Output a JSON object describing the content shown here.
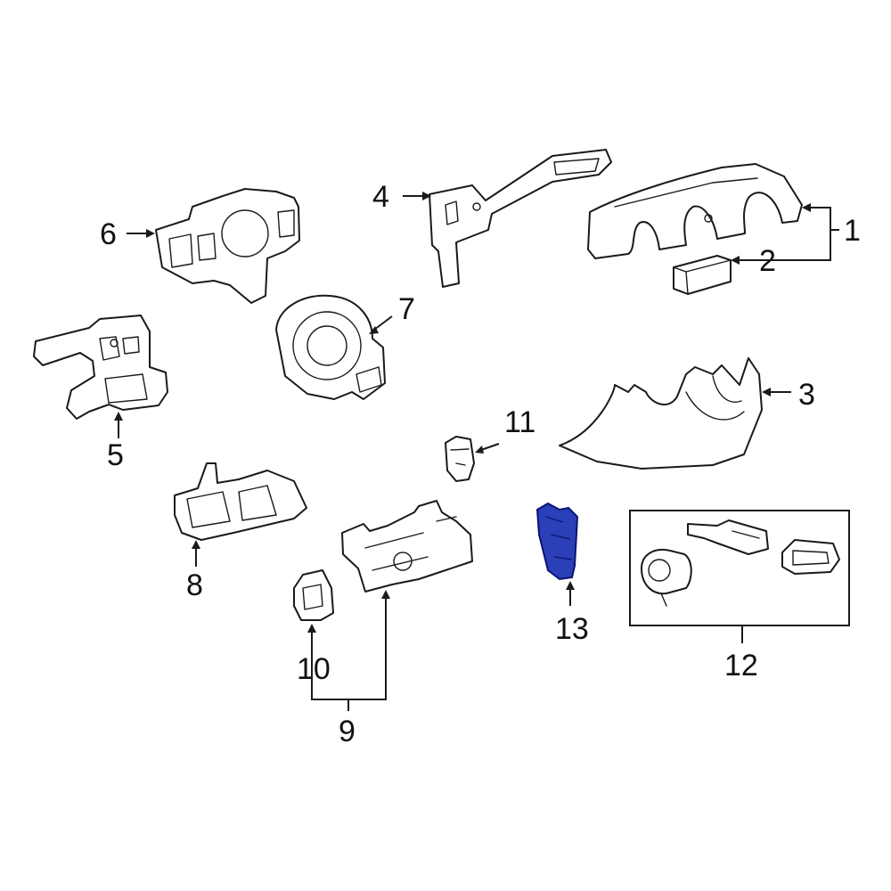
{
  "diagram": {
    "callouts": [
      {
        "id": "1",
        "label": "1"
      },
      {
        "id": "2",
        "label": "2"
      },
      {
        "id": "3",
        "label": "3"
      },
      {
        "id": "4",
        "label": "4"
      },
      {
        "id": "5",
        "label": "5"
      },
      {
        "id": "6",
        "label": "6"
      },
      {
        "id": "7",
        "label": "7"
      },
      {
        "id": "8",
        "label": "8"
      },
      {
        "id": "9",
        "label": "9"
      },
      {
        "id": "10",
        "label": "10"
      },
      {
        "id": "11",
        "label": "11"
      },
      {
        "id": "12",
        "label": "12"
      },
      {
        "id": "13",
        "label": "13"
      }
    ],
    "highlighted_part": "13",
    "colors": {
      "line": "#1a1a1a",
      "highlight_fill": "#2a3fb8",
      "highlight_stroke": "#0c1570",
      "background": "#ffffff"
    }
  }
}
